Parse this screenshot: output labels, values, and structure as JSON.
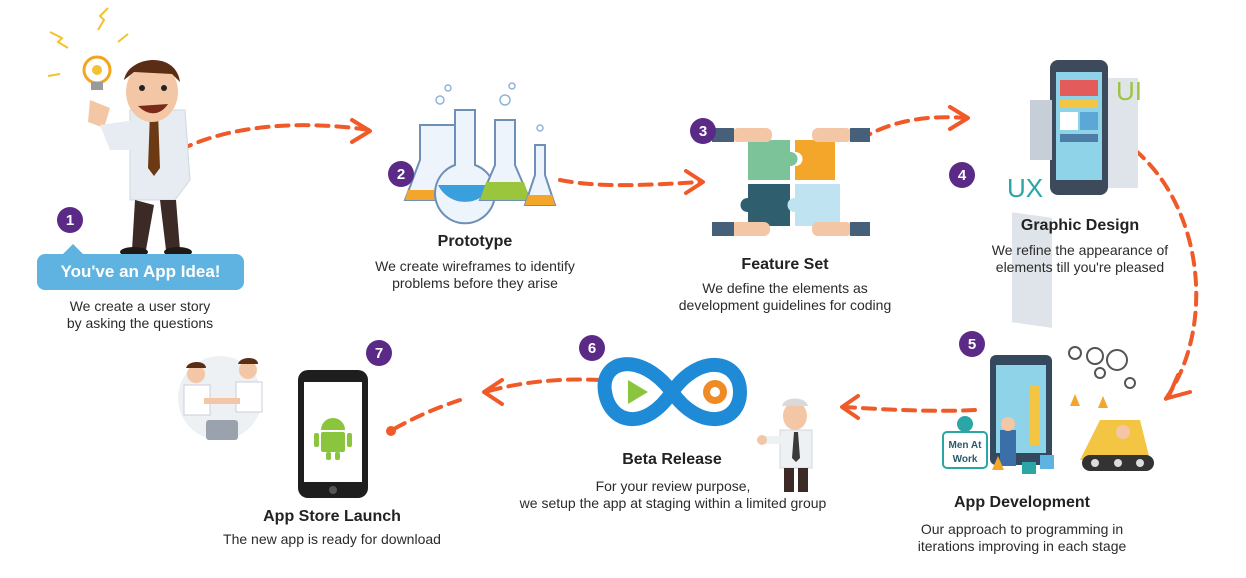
{
  "accent_color": "#f05a28",
  "step_color": "#5a2a86",
  "bubble_color": "#5fb3e0",
  "steps": [
    {
      "num": "1",
      "title": "You've an App Idea!",
      "line1": "We create a user story",
      "line2": "by asking the questions"
    },
    {
      "num": "2",
      "title": "Prototype",
      "line1": "We create wireframes to identify",
      "line2": "problems before they arise"
    },
    {
      "num": "3",
      "title": "Feature Set",
      "line1": "We define the elements as",
      "line2": "development guidelines for coding"
    },
    {
      "num": "4",
      "title": "Graphic Design",
      "line1": "We refine the appearance of",
      "line2": "elements till you're pleased"
    },
    {
      "num": "5",
      "title": "App Development",
      "line1": "Our approach to programming in",
      "line2": "iterations improving in each stage"
    },
    {
      "num": "6",
      "title": "Beta Release",
      "line1": "For your review purpose,",
      "line2": "we setup the app at staging within a limited group"
    },
    {
      "num": "7",
      "title": "App Store Launch",
      "line1": "The new app is ready for download",
      "line2": ""
    }
  ],
  "labels": {
    "ui": "UI",
    "ux": "UX",
    "men_at_work_1": "Men At",
    "men_at_work_2": "Work"
  }
}
